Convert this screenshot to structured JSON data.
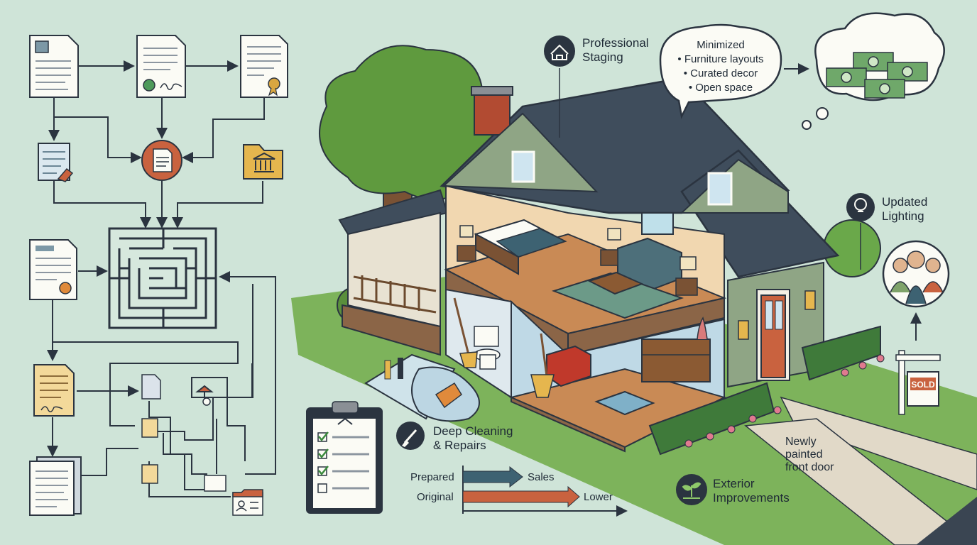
{
  "callouts": {
    "professional_staging": [
      "Professional",
      "Staging"
    ],
    "updated_lighting": [
      "Updated",
      "Lighting"
    ],
    "deep_cleaning": [
      "Deep Cleaning",
      "& Repairs"
    ],
    "exterior_improvements": [
      "Exterior",
      "Improvements"
    ],
    "front_door": [
      "Newly",
      "painted",
      "front door"
    ]
  },
  "staging_bubble": {
    "heading": "Minimized",
    "items": [
      "• Furniture layouts",
      "• Curated decor",
      "• Open space"
    ]
  },
  "yard_sign": "SOLD",
  "price_comparison": {
    "rows": [
      {
        "label": "Prepared",
        "outcome": "Sales",
        "color": "#3d6272"
      },
      {
        "label": "Original",
        "outcome": "Lower",
        "color": "#c9623f"
      }
    ]
  },
  "colors": {
    "background": "#cfe4d8",
    "outline": "#2b3440",
    "roof": "#3f4d5c",
    "siding": "#8fa585",
    "floor": "#c98a55",
    "grass": "#7db35b",
    "accent_orange": "#c9623f",
    "cash": "#6fa86a"
  },
  "icons": [
    "document-icon",
    "certificate-icon",
    "signed-contract-icon",
    "folder-bank-icon",
    "maze-icon",
    "house-outline-icon",
    "lightbulb-icon",
    "sprout-icon",
    "brush-icon",
    "cash-icon",
    "clipboard-checklist-icon"
  ]
}
